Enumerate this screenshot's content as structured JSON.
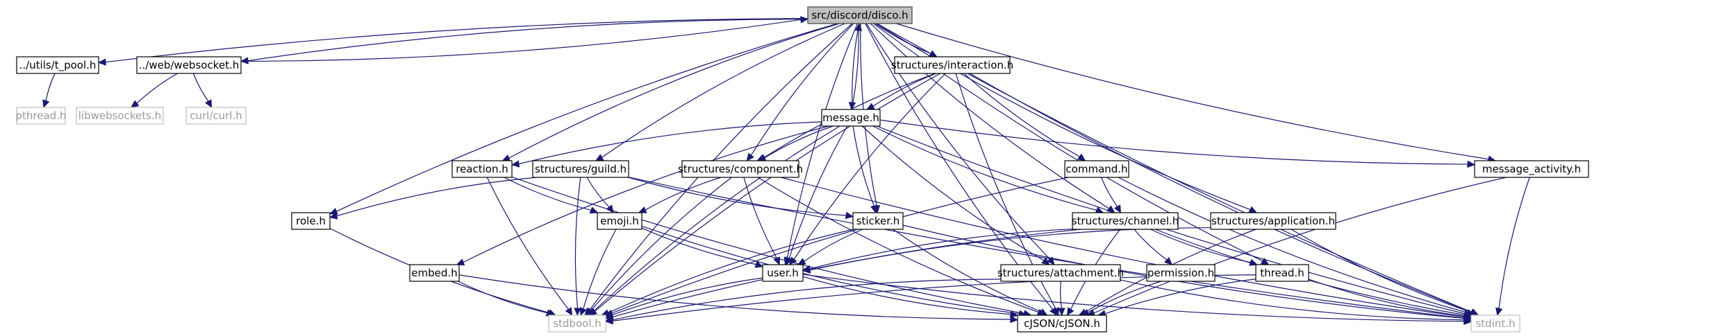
{
  "nodes": [
    {
      "id": "disco",
      "label": "src/discord/disco.h",
      "kind": "root"
    },
    {
      "id": "tpool",
      "label": "../utils/t_pool.h",
      "kind": "normal"
    },
    {
      "id": "websocket",
      "label": "../web/websocket.h",
      "kind": "normal"
    },
    {
      "id": "pthread",
      "label": "pthread.h",
      "kind": "external"
    },
    {
      "id": "libwebsockets",
      "label": "libwebsockets.h",
      "kind": "external"
    },
    {
      "id": "curl",
      "label": "curl/curl.h",
      "kind": "external"
    },
    {
      "id": "interaction",
      "label": "structures/interaction.h",
      "kind": "normal"
    },
    {
      "id": "message",
      "label": "message.h",
      "kind": "normal"
    },
    {
      "id": "reaction",
      "label": "reaction.h",
      "kind": "normal"
    },
    {
      "id": "guild",
      "label": "structures/guild.h",
      "kind": "normal"
    },
    {
      "id": "component",
      "label": "structures/component.h",
      "kind": "normal"
    },
    {
      "id": "command",
      "label": "command.h",
      "kind": "normal"
    },
    {
      "id": "message_activity",
      "label": "message_activity.h",
      "kind": "normal"
    },
    {
      "id": "role",
      "label": "role.h",
      "kind": "normal"
    },
    {
      "id": "emoji",
      "label": "emoji.h",
      "kind": "normal"
    },
    {
      "id": "sticker",
      "label": "sticker.h",
      "kind": "normal"
    },
    {
      "id": "channel",
      "label": "structures/channel.h",
      "kind": "normal"
    },
    {
      "id": "application",
      "label": "structures/application.h",
      "kind": "normal"
    },
    {
      "id": "embed",
      "label": "embed.h",
      "kind": "normal"
    },
    {
      "id": "user",
      "label": "user.h",
      "kind": "normal"
    },
    {
      "id": "attachment",
      "label": "structures/attachment.h",
      "kind": "normal"
    },
    {
      "id": "permission",
      "label": "permission.h",
      "kind": "normal"
    },
    {
      "id": "thread",
      "label": "thread.h",
      "kind": "normal"
    },
    {
      "id": "stdbool",
      "label": "stdbool.h",
      "kind": "external"
    },
    {
      "id": "cjson",
      "label": "cJSON/cJSON.h",
      "kind": "normal"
    },
    {
      "id": "stdint",
      "label": "stdint.h",
      "kind": "external"
    }
  ],
  "edges": [
    [
      "disco",
      "tpool"
    ],
    [
      "disco",
      "websocket"
    ],
    [
      "websocket",
      "disco"
    ],
    [
      "tpool",
      "pthread"
    ],
    [
      "websocket",
      "libwebsockets"
    ],
    [
      "websocket",
      "curl"
    ],
    [
      "disco",
      "interaction"
    ],
    [
      "disco",
      "message"
    ],
    [
      "message",
      "disco"
    ],
    [
      "disco",
      "reaction"
    ],
    [
      "disco",
      "guild"
    ],
    [
      "disco",
      "component"
    ],
    [
      "disco",
      "message_activity"
    ],
    [
      "disco",
      "role"
    ],
    [
      "disco",
      "sticker"
    ],
    [
      "disco",
      "channel"
    ],
    [
      "disco",
      "application"
    ],
    [
      "disco",
      "user"
    ],
    [
      "disco",
      "attachment"
    ],
    [
      "disco",
      "thread"
    ],
    [
      "disco",
      "stdbool"
    ],
    [
      "disco",
      "cjson"
    ],
    [
      "disco",
      "stdint"
    ],
    [
      "interaction",
      "message"
    ],
    [
      "interaction",
      "component"
    ],
    [
      "interaction",
      "command"
    ],
    [
      "interaction",
      "user"
    ],
    [
      "interaction",
      "cjson"
    ],
    [
      "interaction",
      "stdint"
    ],
    [
      "interaction",
      "stdbool"
    ],
    [
      "message",
      "reaction"
    ],
    [
      "message",
      "component"
    ],
    [
      "message",
      "message_activity"
    ],
    [
      "message",
      "embed"
    ],
    [
      "message",
      "sticker"
    ],
    [
      "message",
      "user"
    ],
    [
      "message",
      "channel"
    ],
    [
      "message",
      "attachment"
    ],
    [
      "message",
      "stdbool"
    ],
    [
      "message",
      "stdint"
    ],
    [
      "reaction",
      "emoji"
    ],
    [
      "reaction",
      "stdbool"
    ],
    [
      "reaction",
      "cjson"
    ],
    [
      "guild",
      "role"
    ],
    [
      "guild",
      "emoji"
    ],
    [
      "guild",
      "sticker"
    ],
    [
      "guild",
      "stdbool"
    ],
    [
      "guild",
      "stdint"
    ],
    [
      "component",
      "emoji"
    ],
    [
      "component",
      "user"
    ],
    [
      "component",
      "stdbool"
    ],
    [
      "component",
      "cjson"
    ],
    [
      "component",
      "stdint"
    ],
    [
      "command",
      "channel"
    ],
    [
      "command",
      "stdbool"
    ],
    [
      "command",
      "stdint"
    ],
    [
      "message_activity",
      "cjson"
    ],
    [
      "message_activity",
      "stdint"
    ],
    [
      "role",
      "stdbool"
    ],
    [
      "emoji",
      "user"
    ],
    [
      "emoji",
      "stdbool"
    ],
    [
      "emoji",
      "cjson"
    ],
    [
      "sticker",
      "user"
    ],
    [
      "sticker",
      "stdbool"
    ],
    [
      "sticker",
      "cjson"
    ],
    [
      "sticker",
      "stdint"
    ],
    [
      "channel",
      "user"
    ],
    [
      "channel",
      "permission"
    ],
    [
      "channel",
      "thread"
    ],
    [
      "channel",
      "stdbool"
    ],
    [
      "channel",
      "cjson"
    ],
    [
      "channel",
      "stdint"
    ],
    [
      "application",
      "user"
    ],
    [
      "application",
      "cjson"
    ],
    [
      "application",
      "stdint"
    ],
    [
      "embed",
      "stdbool"
    ],
    [
      "embed",
      "cjson"
    ],
    [
      "user",
      "stdbool"
    ],
    [
      "user",
      "cjson"
    ],
    [
      "user",
      "stdint"
    ],
    [
      "attachment",
      "stdbool"
    ],
    [
      "attachment",
      "cjson"
    ],
    [
      "attachment",
      "stdint"
    ],
    [
      "permission",
      "cjson"
    ],
    [
      "thread",
      "stdbool"
    ],
    [
      "thread",
      "cjson"
    ],
    [
      "thread",
      "stdint"
    ]
  ],
  "colors": {
    "edge": "#191970",
    "root_fill": "#bfbfbf",
    "external_border": "#bfbfbf",
    "external_text": "#9a9a9a"
  }
}
